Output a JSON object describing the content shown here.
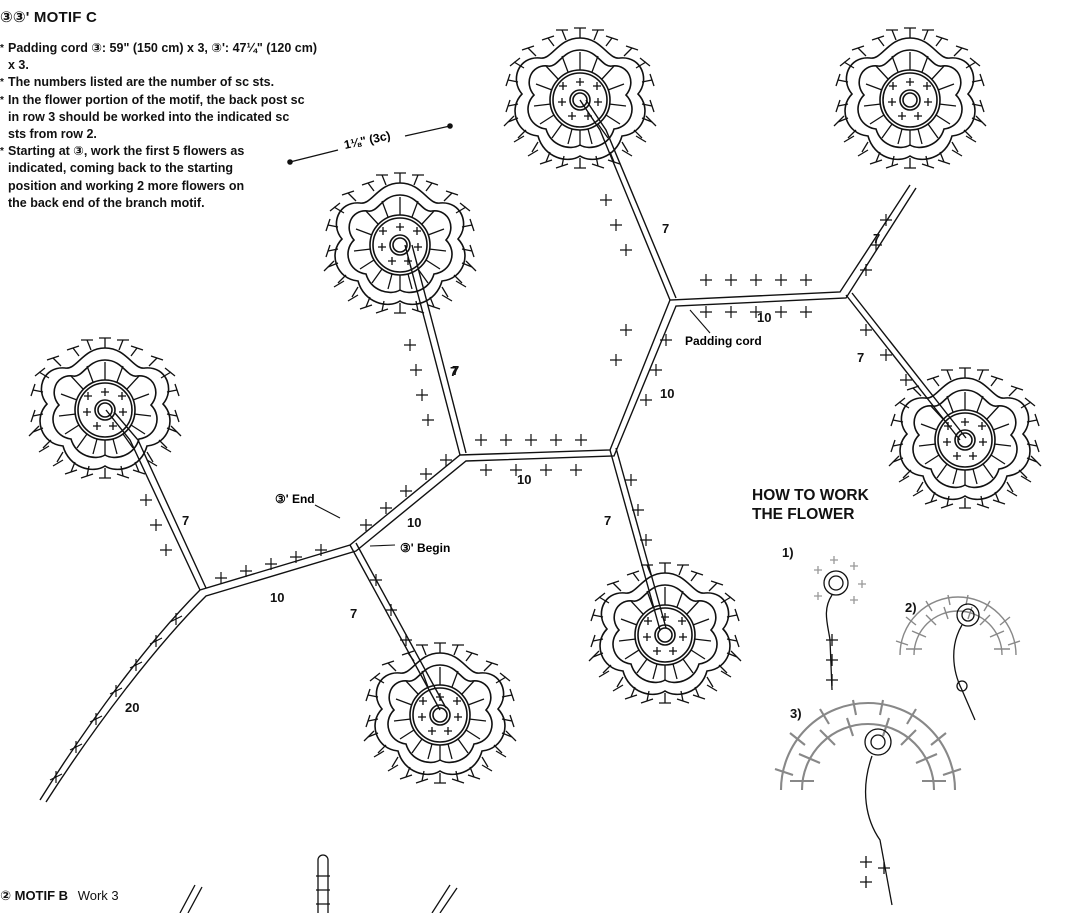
{
  "motif_c": {
    "title": "③③' MOTIF C",
    "notes": [
      "Padding cord ③: 59\" (150 cm) x 3, ③': 47¼\" (120 cm) x 3.",
      "The numbers listed are the number of sc sts.",
      "In the flower portion of the motif, the back post sc in row 3 should be worked into the indicated sc sts from row 2.",
      "Starting at ③, work the first 5 flowers as indicated, coming back to the starting position and working 2 more flowers on the back end of the branch motif."
    ]
  },
  "labels": {
    "dimension": "1⅛\" (3c)",
    "padding_cord": "Padding cord",
    "end": "③' End",
    "begin": "③' Begin",
    "stitch_counts": [
      "7",
      "7",
      "10",
      "7",
      "7",
      "10",
      "10",
      "7",
      "10",
      "7",
      "10",
      "7",
      "7",
      "20"
    ]
  },
  "how_to": {
    "title_line1": "HOW TO WORK",
    "title_line2": "THE FLOWER",
    "step1": "1)",
    "step2": "2)",
    "step3": "3)"
  },
  "motif_b": {
    "title": "② MOTIF B",
    "subtitle": "Work 3"
  },
  "colors": {
    "ink": "#111111",
    "grey": "#9a9a9a"
  }
}
